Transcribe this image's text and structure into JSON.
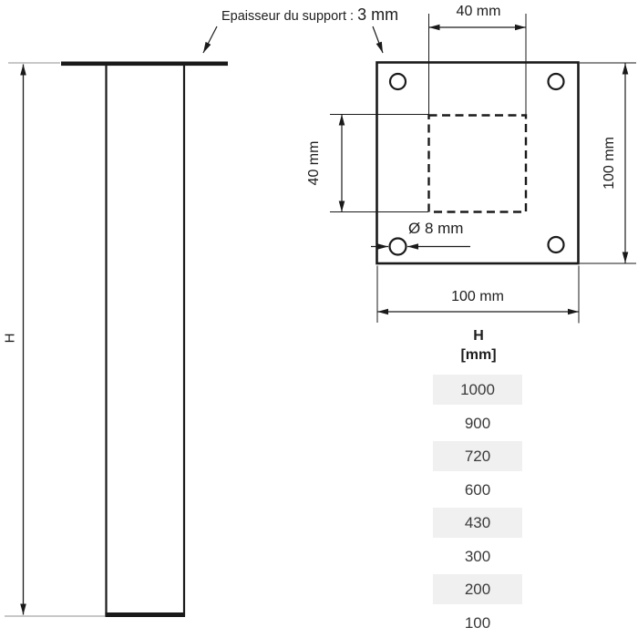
{
  "callout": {
    "label": "Epaisseur du support :",
    "value": "3 mm"
  },
  "dimensions": {
    "top_width": "40 mm",
    "left_height": "40 mm",
    "right_side": "100 mm",
    "bottom_side": "100 mm",
    "hole_diameter": "Ø 8 mm",
    "leg_height_label": "H"
  },
  "table": {
    "header_line1": "H",
    "header_line2": "[mm]",
    "rows": [
      "1000",
      "900",
      "720",
      "600",
      "430",
      "300",
      "200",
      "100"
    ],
    "stripe_color": "#f0f0f0"
  },
  "colors": {
    "line": "#1a1a1a",
    "extension_line": "#909090",
    "text": "#1d1d1d"
  }
}
